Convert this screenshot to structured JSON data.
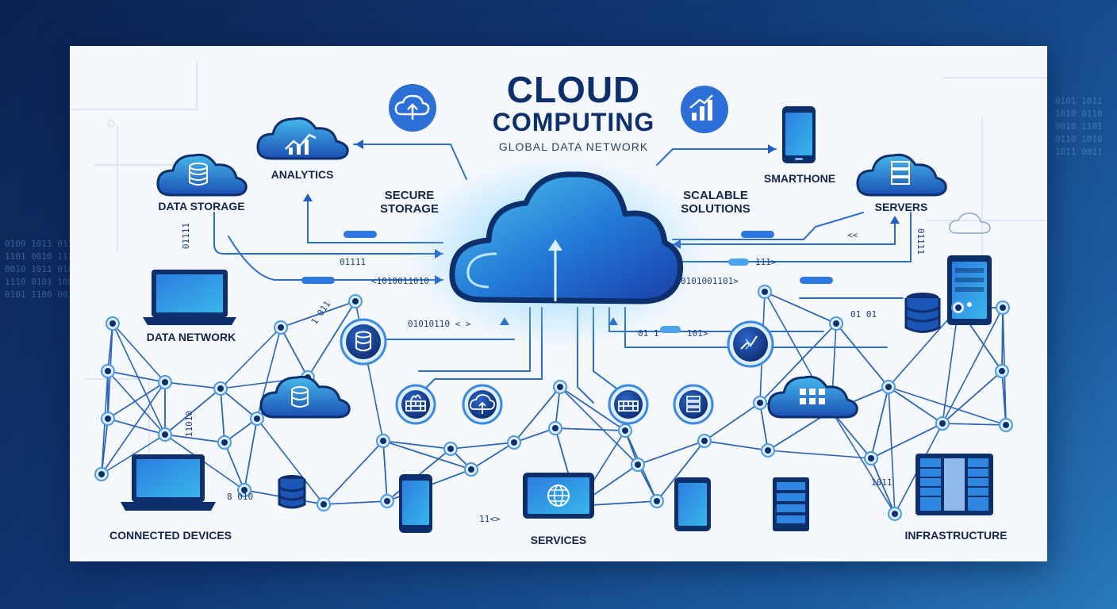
{
  "title": {
    "line1": "CLOUD",
    "line2": "COMPUTING",
    "subtitle": "GLOBAL DATA NETWORK"
  },
  "labels": {
    "analytics": "ANALYTICS",
    "data_storage": "DATA STORAGE",
    "secure_storage_1": "SECURE",
    "secure_storage_2": "STORAGE",
    "scalable_solutions_1": "SCALABLE",
    "scalable_solutions_2": "SOLUTIONS",
    "smartphone": "SMARTHONE",
    "servers": "SERVERS",
    "data_network": "DATA NETWORK",
    "connected_devices": "CONNECTED DEVICES",
    "services": "SERVICES",
    "infrastructure": "INFRASTRUCTURE"
  },
  "codes": {
    "c1": "01111",
    "c2": "<1010011010",
    "c3": "0101001101>",
    "c4": "111>",
    "c5": "01111",
    "c6": "01010110 < >",
    "c7": "01 1",
    "c8": "101>",
    "c9": "01 01",
    "c10": "01111",
    "c11": "11010",
    "c12": "8 010",
    "c13": "11<>",
    "c14": "1011",
    "c15": "1 011",
    "c16": "<<"
  },
  "icons": {
    "main": "cloud-icon",
    "analytics": "bar-chart-icon",
    "storage": "database-icon",
    "upload": "cloud-upload-icon",
    "growth": "growth-chart-icon",
    "phone": "smartphone-icon",
    "server": "server-icon",
    "laptop": "laptop-icon",
    "tablet": "tablet-icon",
    "globe": "globe-icon",
    "firewall": "firewall-icon"
  },
  "colors": {
    "dark": "#0d2f6b",
    "accent": "#1e63c9",
    "light": "#3fb0e8",
    "line": "#2a64b8"
  }
}
